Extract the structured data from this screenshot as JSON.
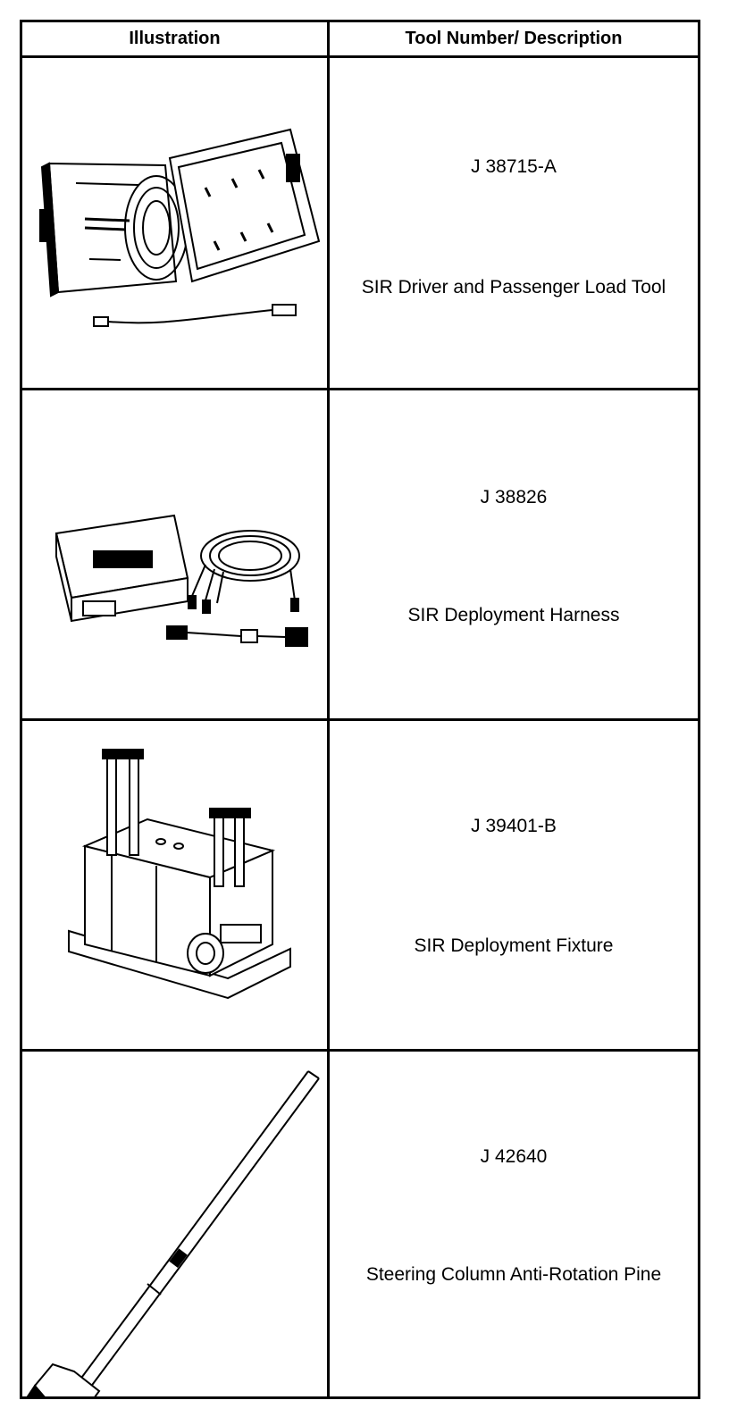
{
  "header": {
    "illustration": "Illustration",
    "tool": "Tool Number/ Description"
  },
  "rows": [
    {
      "number": "J 38715-A",
      "description": "SIR Driver and Passenger Load Tool",
      "illustration_icon": "load-tool-case-icon"
    },
    {
      "number": "J 38826",
      "description": "SIR Deployment Harness",
      "illustration_icon": "deployment-harness-icon"
    },
    {
      "number": "J 39401-B",
      "description": "SIR Deployment Fixture",
      "illustration_icon": "deployment-fixture-icon"
    },
    {
      "number": "J 42640",
      "description": "Steering Column Anti-Rotation Pine",
      "illustration_icon": "anti-rotation-pin-icon"
    }
  ]
}
